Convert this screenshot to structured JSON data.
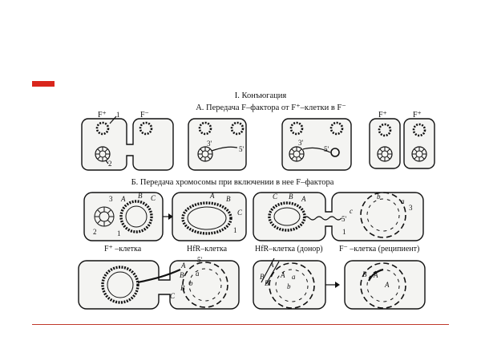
{
  "colors": {
    "accent": "#d9261c",
    "rule": "#c0392b",
    "ink": "#111111",
    "cell_fill": "#f4f4f2"
  },
  "figure": {
    "title": "I. Конъюгация",
    "section_a": {
      "heading": "А. Передача F–фактора от F⁺–клетки в F⁻",
      "labels": {
        "f_plus": "F⁺",
        "f_minus": "F⁻",
        "one": "1",
        "two": "2",
        "three_prime": "3'",
        "five_prime": "5'"
      }
    },
    "section_b": {
      "heading": "Б. Передача хромосомы при включении в нее F–фактора",
      "captions": {
        "f_plus_cell": "F⁺ –клетка",
        "hfr_cell": "HfR–клетка",
        "hfr_donor": "HfR–клетка (донор)",
        "f_minus_recipient": "F⁻ –клетка (реципиент)"
      },
      "labels": {
        "a_upper": "A",
        "b_upper": "B",
        "c_upper": "C",
        "a_lower": "a",
        "b_lower": "b",
        "c_lower": "c",
        "one": "1",
        "two": "2",
        "three": "3",
        "five_prime": "5'"
      }
    }
  }
}
